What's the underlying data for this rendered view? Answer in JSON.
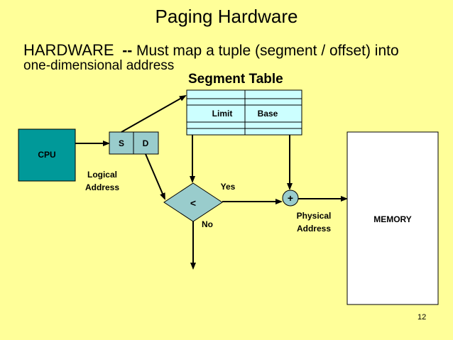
{
  "slide": {
    "title": "Paging Hardware",
    "intro_lead": "HARDWARE",
    "intro_dash": "--",
    "intro_rest": "Must map a tuple (segment / offset)  into",
    "intro_line2": "one-dimensional address",
    "page_number": "12"
  },
  "diagram": {
    "segment_table_title": "Segment Table",
    "segment_table_cols": [
      "Limit",
      "Base"
    ],
    "cpu_label": "CPU",
    "s_label": "S",
    "d_label": "D",
    "logical_address_line1": "Logical",
    "logical_address_line2": "Address",
    "compare_symbol": "<",
    "yes_label": "Yes",
    "no_label": "No",
    "adder_symbol": "+",
    "physical_address_line1": "Physical",
    "physical_address_line2": "Address",
    "memory_label": "MEMORY"
  },
  "colors": {
    "background": "#ffff99",
    "table_fill": "#ccffff",
    "cpu_fill": "#009999",
    "address_box_fill": "#99cccc",
    "compare_fill": "#99cccc",
    "memory_fill": "#ffffff"
  }
}
